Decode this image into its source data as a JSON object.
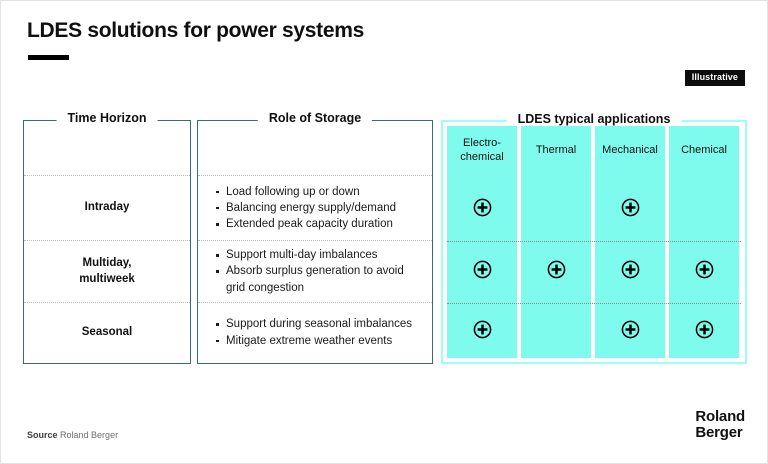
{
  "title": "LDES solutions for power systems",
  "badge": {
    "label": "Illustrative"
  },
  "panels": {
    "time_horizon": {
      "title": "Time Horizon"
    },
    "role_of_storage": {
      "title": "Role of Storage"
    },
    "ldes": {
      "title": "LDES typical applications"
    }
  },
  "matrix": {
    "columns": [
      {
        "label": "Electro-\nchemical",
        "line1": "Electro-",
        "line2": "chemical"
      },
      {
        "label": "Thermal",
        "line1": "Thermal",
        "line2": ""
      },
      {
        "label": "Mechanical",
        "line1": "Mechanical",
        "line2": ""
      },
      {
        "label": "Chemical",
        "line1": "Chemical",
        "line2": ""
      }
    ],
    "rows": [
      {
        "horizon_line1": "Intraday",
        "horizon_line2": "",
        "bullets": [
          "Load following up or down",
          "Balancing energy supply/demand",
          "Extended peak capacity duration"
        ],
        "applications": [
          true,
          false,
          true,
          false
        ]
      },
      {
        "horizon_line1": "Multiday,",
        "horizon_line2": "multiweek",
        "bullets": [
          "Support multi-day imbalances",
          "Absorb surplus generation to avoid grid congestion"
        ],
        "applications": [
          true,
          true,
          true,
          true
        ]
      },
      {
        "horizon_line1": "Seasonal",
        "horizon_line2": "",
        "bullets": [
          "Support during seasonal imbalances",
          "Mitigate extreme weather events"
        ],
        "applications": [
          true,
          false,
          true,
          true
        ]
      }
    ]
  },
  "footer": {
    "source_label": "Source",
    "source_value": "Roland Berger",
    "logo_line1": "Roland",
    "logo_line2": "Berger"
  },
  "colors": {
    "accent_cyan": "#7ffbee",
    "panel_border_teal": "#3f6b70",
    "ldes_border": "#9ffdf3",
    "badge_bg": "#0d0d0d",
    "text": "#111111"
  }
}
